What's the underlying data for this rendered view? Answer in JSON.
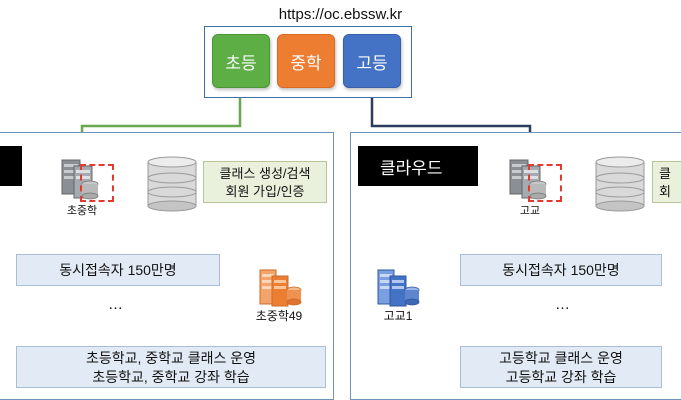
{
  "url": "https://oc.ebssw.kr",
  "levels": {
    "elementary": "초등",
    "middle": "중학",
    "high": "고등"
  },
  "left": {
    "cloud_label": "",
    "server_label": "초중학",
    "db_info": [
      "클래스 생성/검색",
      "회원 가입/인증"
    ],
    "concurrent": "동시접속자 150만명",
    "ellipsis": "…",
    "child_server": "초중학49",
    "ops": [
      "초등학교, 중학교 클래스 운영",
      "초등학교, 중학교 강좌 학습"
    ]
  },
  "right": {
    "cloud_label": "클라우드",
    "server_label": "고교",
    "db_info": [
      "클",
      "회"
    ],
    "concurrent": "동시접속자 150만명",
    "ellipsis": "…",
    "child_server": "고교1",
    "ops": [
      "고등학교 클래스 운영",
      "고등학교 강좌 학습"
    ]
  },
  "colors": {
    "elementary": "#5cae45",
    "middle": "#ed7d31",
    "high": "#4472c4",
    "green_line": "#6aa84f",
    "navy_line": "#2b3c5c",
    "selection": "#e23a2e"
  }
}
